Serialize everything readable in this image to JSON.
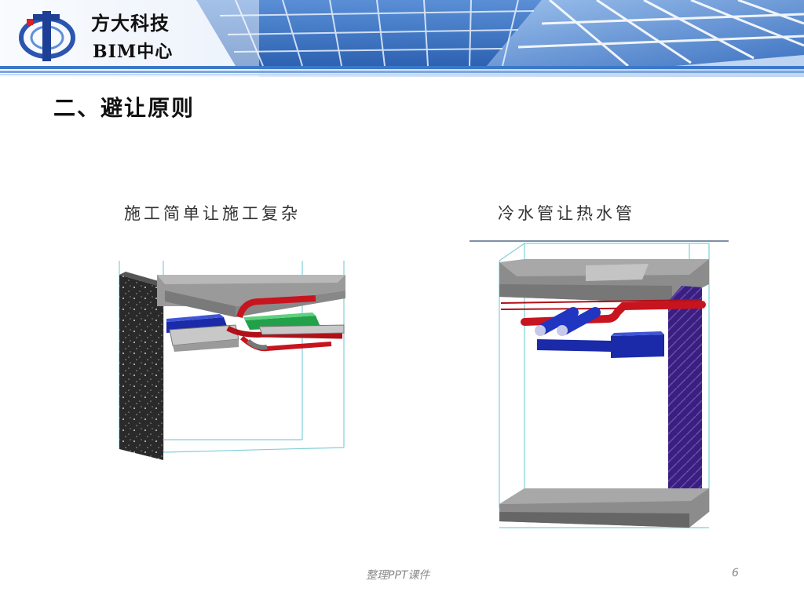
{
  "header": {
    "brand_line1": "方大科技",
    "brand_line2": "BIM中心"
  },
  "title": "二、避让原则",
  "sections": [
    {
      "caption": "施工简单让施工复杂",
      "icon": "bim-model-construction-priority"
    },
    {
      "caption": "冷水管让热水管",
      "icon": "bim-model-cold-hot-pipe"
    }
  ],
  "footer": {
    "source": "整理PPT课件",
    "page_number": "6"
  },
  "colors": {
    "banner_blue": "#3c78c8",
    "rule_blue": "#2f6fc0",
    "pipe_red": "#c8141e",
    "duct_blue": "#1a2aa8",
    "tray_green": "#22a04a",
    "slab_gray": "#8c8c8c",
    "wall_purple": "#4a2a8a"
  }
}
